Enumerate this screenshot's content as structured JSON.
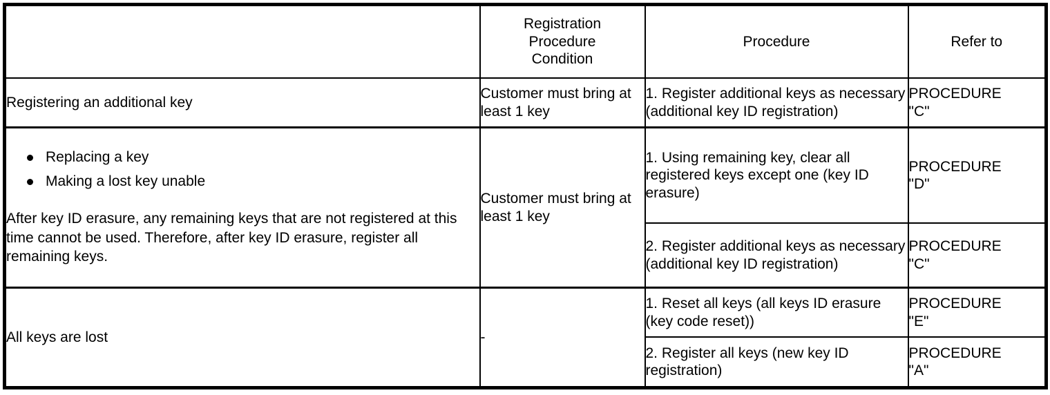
{
  "table": {
    "headers": {
      "case": "",
      "condition": "Registration Procedure Condition",
      "condition_l1": "Registration",
      "condition_l2": "Procedure",
      "condition_l3": "Condition",
      "procedure": "Procedure",
      "refer_to": "Refer to"
    },
    "rows": [
      {
        "case": "Registering an additional key",
        "condition": "Customer must bring at least 1 key",
        "steps": [
          {
            "procedure": "1. Register additional keys as necessary (additional key ID registration)",
            "refer_to_l1": "PROCEDURE",
            "refer_to_l2": "\"C\""
          }
        ]
      },
      {
        "bullets": [
          "Replacing a key",
          "Making a lost key unable"
        ],
        "note": "After key ID erasure, any remaining keys that are not registered at this time cannot be used. Therefore, after key ID erasure, register all remaining keys.",
        "condition": "Customer must bring at least 1 key",
        "steps": [
          {
            "procedure": "1. Using remaining key, clear all registered keys except one (key ID erasure)",
            "refer_to_l1": "PROCEDURE",
            "refer_to_l2": "\"D\""
          },
          {
            "procedure": "2. Register additional keys as necessary (additional key ID registration)",
            "refer_to_l1": "PROCEDURE",
            "refer_to_l2": "\"C\""
          }
        ]
      },
      {
        "case": "All keys are lost",
        "condition": "-",
        "steps": [
          {
            "procedure": "1. Reset all keys (all keys ID erasure (key code reset))",
            "refer_to_l1": "PROCEDURE",
            "refer_to_l2": "\"E\""
          },
          {
            "procedure": "2. Register all keys (new key ID registration)",
            "refer_to_l1": "PROCEDURE",
            "refer_to_l2": "\"A\""
          }
        ]
      }
    ]
  }
}
